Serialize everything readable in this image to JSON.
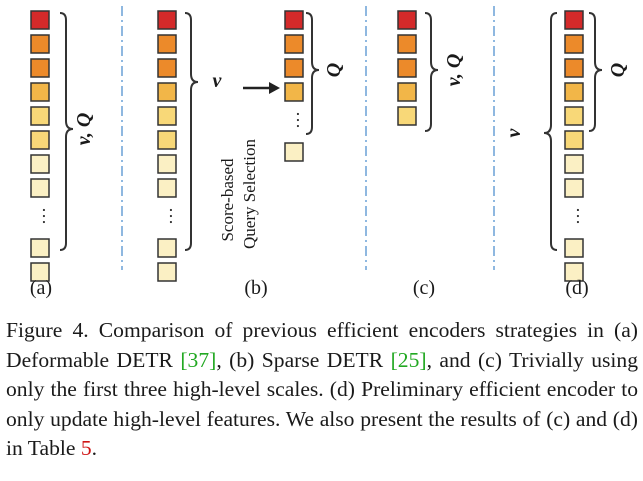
{
  "colors": {
    "red": "#d42a2a",
    "orange": "#ec8a2a",
    "amber": "#f2b648",
    "yellow": "#f8d878",
    "cream": "#fbf0c4",
    "separator": "#8fb8e0",
    "stroke": "#333333"
  },
  "panels": {
    "a": {
      "label": "(a)",
      "brace_label": "v, Q"
    },
    "b": {
      "label": "(b)",
      "brace_v": "v",
      "brace_q": "Q",
      "selection_line1": "Score-based",
      "selection_line2": "Query Selection"
    },
    "c": {
      "label": "(c)",
      "brace_label": "v, Q"
    },
    "d": {
      "label": "(d)",
      "brace_v": "v",
      "brace_q": "Q"
    }
  },
  "caption": {
    "lead": "Figure 4. Comparison of previous efficient encoders strategies in (a) Deformable DETR ",
    "ref1": "[37]",
    "mid1": ", (b) Sparse DETR ",
    "ref2": "[25]",
    "mid2": ", and (c) Trivially using only the first three high-level scales. (d) Preliminary efficient encoder to only update high-level features. We also present the results of (c) and (d) in Table ",
    "ref3": "5",
    "tail": "."
  }
}
